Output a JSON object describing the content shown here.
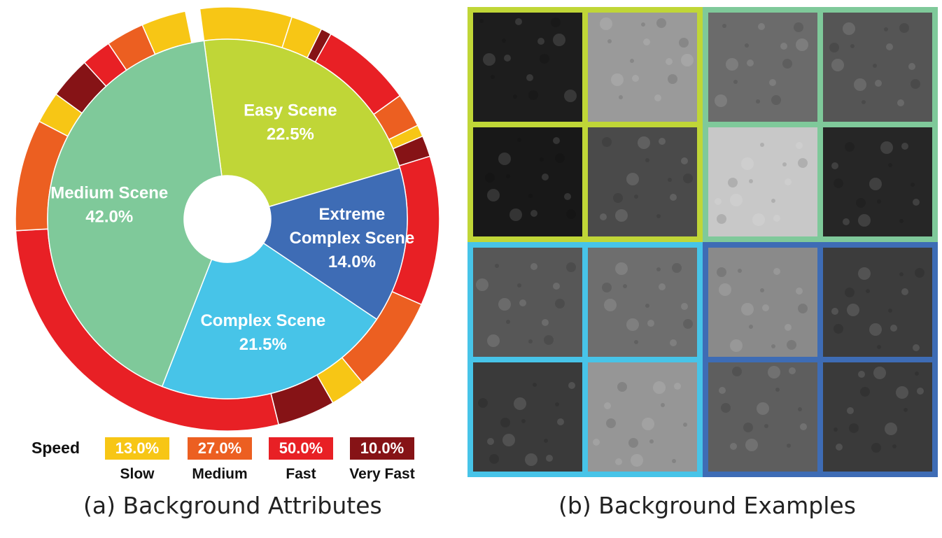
{
  "chart_data": [
    {
      "type": "pie",
      "variant": "nested-donut",
      "inner_ring": {
        "slices": [
          {
            "label": "Easy Scene",
            "value": 22.5,
            "value_text": "22.5%",
            "color": "#c0d637"
          },
          {
            "label": "Extreme Complex Scene",
            "value": 14.0,
            "value_text": "14.0%",
            "color": "#3e6cb5"
          },
          {
            "label": "Complex Scene",
            "value": 21.5,
            "value_text": "21.5%",
            "color": "#47c4e8"
          },
          {
            "label": "Medium Scene",
            "value": 42.0,
            "value_text": "42.0%",
            "color": "#7fc99a"
          }
        ]
      },
      "outer_ring": {
        "note_values_in_percent_of_total": true,
        "slices": [
          {
            "speed": "Slow",
            "value": 7.0
          },
          {
            "speed": "Slow",
            "value": 2.4
          },
          {
            "speed": "Very Fast",
            "value": 0.8
          },
          {
            "speed": "Fast",
            "value": 7.0
          },
          {
            "speed": "Medium",
            "value": 2.6
          },
          {
            "speed": "Slow",
            "value": 0.9
          },
          {
            "speed": "Very Fast",
            "value": 1.6
          },
          {
            "speed": "Fast",
            "value": 11.4
          },
          {
            "speed": "Medium",
            "value": 7.4
          },
          {
            "speed": "Slow",
            "value": 2.7
          },
          {
            "speed": "Very Fast",
            "value": 4.4
          },
          {
            "speed": "Fast",
            "value": 28.0
          },
          {
            "speed": "Medium",
            "value": 8.5
          },
          {
            "speed": "Slow",
            "value": 2.4
          },
          {
            "speed": "Very Fast",
            "value": 3.2
          },
          {
            "speed": "Fast",
            "value": 2.3
          },
          {
            "speed": "Medium",
            "value": 2.9
          },
          {
            "speed": "Slow",
            "value": 3.4
          }
        ]
      },
      "legend": {
        "title": "Speed",
        "items": [
          {
            "name": "Slow",
            "value_text": "13.0%",
            "color": "#f7c615"
          },
          {
            "name": "Medium",
            "value_text": "27.0%",
            "color": "#ec5f21"
          },
          {
            "name": "Fast",
            "value_text": "50.0%",
            "color": "#e82025"
          },
          {
            "name": "Very Fast",
            "value_text": "10.0%",
            "color": "#861316"
          }
        ]
      },
      "caption": "(a) Background Attributes"
    },
    {
      "type": "table",
      "variant": "image-grid",
      "caption": "(b) Background Examples",
      "groups": [
        {
          "scene": "Easy Scene",
          "color": "#c0d637",
          "tiles": [
            "#1d1d1d",
            "#9a9a9a",
            "#181818",
            "#4a4a4a"
          ]
        },
        {
          "scene": "Medium Scene",
          "color": "#7fc99a",
          "tiles": [
            "#6b6b6b",
            "#555555",
            "#c8c8c8",
            "#262626"
          ]
        },
        {
          "scene": "Complex Scene",
          "color": "#47c4e8",
          "tiles": [
            "#575757",
            "#6e6e6e",
            "#3a3a3a",
            "#969696"
          ]
        },
        {
          "scene": "Extreme Complex Scene",
          "color": "#3e6cb5",
          "tiles": [
            "#8a8a8a",
            "#3c3c3c",
            "#5e5e5e",
            "#3a3a3a"
          ]
        }
      ]
    }
  ],
  "colors": {
    "Slow": "#f7c615",
    "Medium": "#ec5f21",
    "Fast": "#e82025",
    "Very Fast": "#861316"
  }
}
